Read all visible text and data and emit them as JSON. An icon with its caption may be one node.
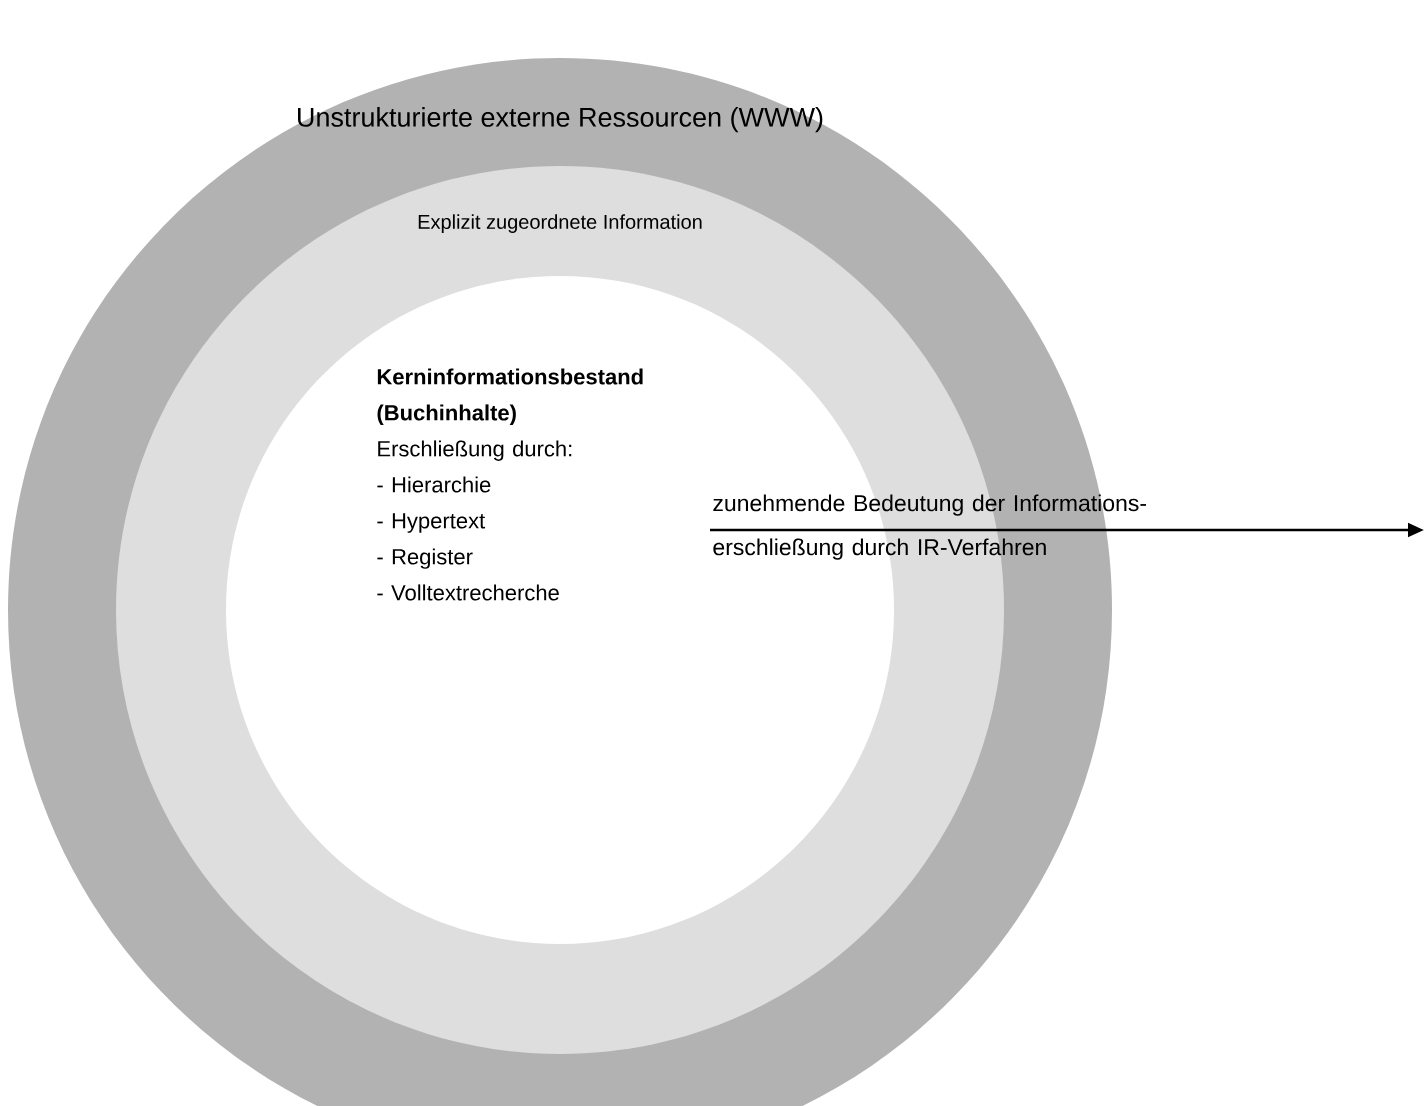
{
  "diagram": {
    "nodes": [
      {
        "text": [
          "Unstrukturierte externe Ressourcen (WWW)"
        ]
      },
      {
        "text": [
          "Explizit zugeordnete Information"
        ],
        "in": 0
      },
      {
        "text": [
          "Kerninformationsbestand (Buchinhalte)",
          "Erschließung durch:",
          "- Hierarchie",
          "- Hypertext",
          "- Register",
          "- Volltextrecherche"
        ],
        "in": 1
      }
    ],
    "labels": [
      "zunehmende Bedeutung der Informations- erschließung durch IR-Verfahren"
    ]
  }
}
